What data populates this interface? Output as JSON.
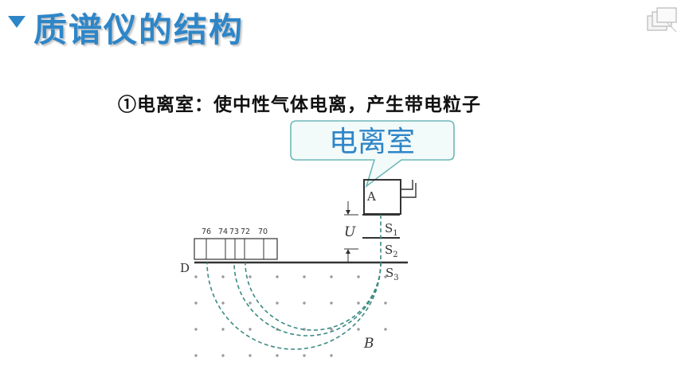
{
  "header": {
    "title": "质谱仪的结构",
    "bullet_icon": "down-triangle-icon",
    "corner_icon": "stacked-pages-icon"
  },
  "subtitle": "①电离室：使中性气体电离，产生带电粒子",
  "callout": {
    "label": "电离室",
    "border_color": "#6fb7b7",
    "fill_color": "#f2fafa"
  },
  "diagram": {
    "chamber_label": "A",
    "voltage_label": "U",
    "slits": [
      {
        "label": "S",
        "sub": "1"
      },
      {
        "label": "S",
        "sub": "2"
      },
      {
        "label": "S",
        "sub": "3"
      }
    ],
    "plate_label": "D",
    "field_label": "B",
    "mass_numbers": [
      "76",
      "74",
      "73",
      "72",
      "70"
    ]
  },
  "colors": {
    "title": "#2e86c8",
    "path": "#3c8a82",
    "ink": "#333333"
  }
}
